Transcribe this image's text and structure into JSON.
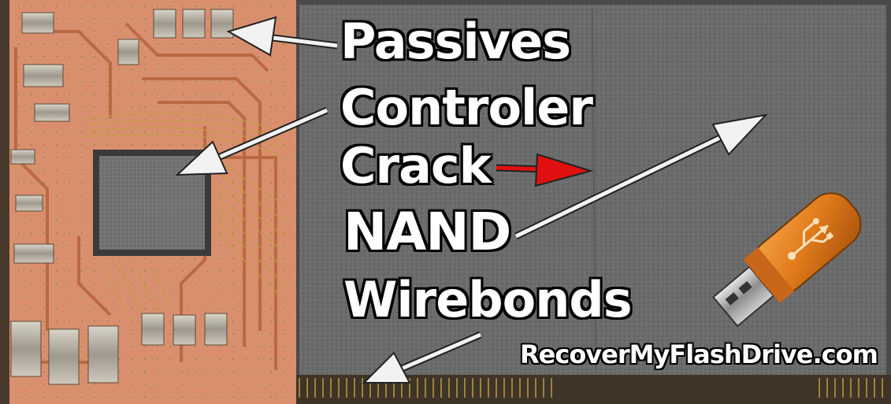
{
  "labels": {
    "passives": "Passives",
    "controller": "Controler",
    "crack": "Crack",
    "nand": "NAND",
    "wirebonds": "Wirebonds"
  },
  "watermark": "RecoverMyFlashDrive.com",
  "icons": {
    "usb_drive": "usb-flash-drive-icon"
  },
  "colors": {
    "pcb": "#d98f6e",
    "pcb_trace": "#b7653f",
    "nand_die": "#6b6b6b",
    "controller_die": "#707070",
    "label_text": "#ffffff",
    "label_outline": "#000000",
    "pointer_arrow": "#f2f2f2",
    "crack_arrow": "#e01010",
    "usb_orange": "#e07a1a"
  }
}
